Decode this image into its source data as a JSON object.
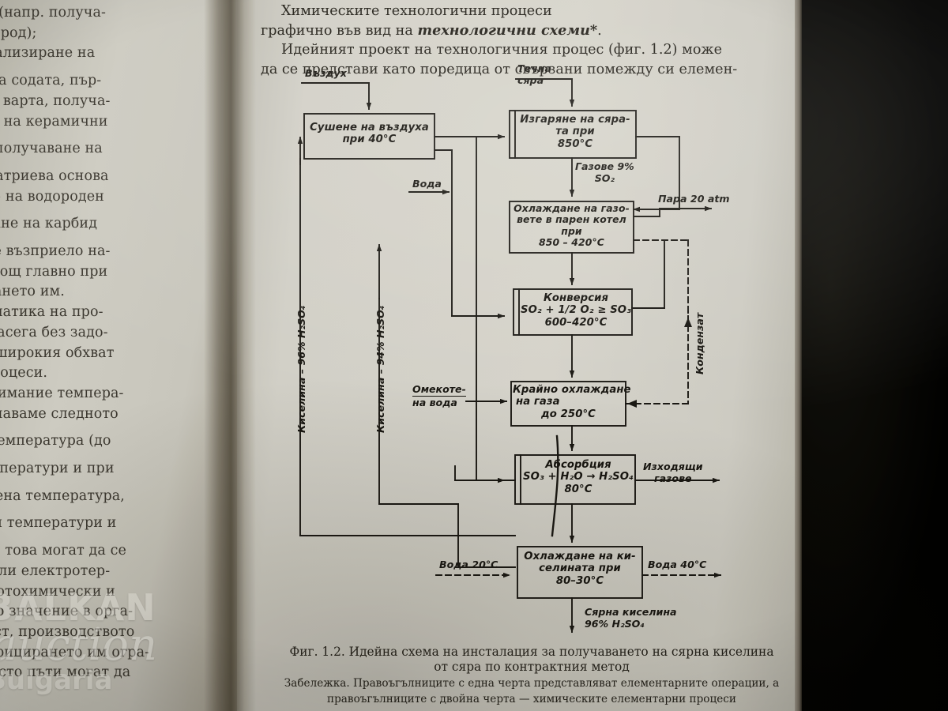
{
  "left_page": {
    "lines": [
      "фаза (напр. получа-",
      "оводород);",
      "инерализиране   на",
      "ане на содата, пър-",
      "не на варта, получа-",
      "лан и на керамични",
      "апр. получаване на",
      "р и натриева основа",
      "ането на водороден",
      "учаване  на  карбид",
      "и се е възприело на-",
      "в помощ главно при",
      "ктирането  им.",
      "истематика  на  про-",
      "оне засега без задо-",
      "ие и широкия обхват",
      "ни  процеси.",
      "од внимание темпера-",
      "получаваме следното",
      "ена  температура  (до",
      "и температури  и  при",
      "умерена  температура,",
      "исоки  температури  и",
      "освен това могат да се",
      "ски  или  електротер-",
      "а и фотохимически и",
      "олямо значение в орга-",
      "леност, производството",
      "ласифицирането им огра-",
      "на често пъти могат да"
    ]
  },
  "right_page": {
    "line1": "Химическите технологични процеси",
    "line2_pre": "графично във вид на ",
    "line2_italic": "технологични схеми*",
    "line2_post": ".",
    "line3": "Идейният проект на технологичния процес (фиг. 1.2) може",
    "line4": "да се представи като поредица от свързани помежду си елемен-"
  },
  "caption": {
    "fig_line1": "Фиг. 1.2.  Идейна схема на инсталация  за  получаването на  сярна  киселина",
    "fig_line2": "от сяра по контрактния метод",
    "note_line1": "Забележка. Правоъгълниците с една черта представляват елементарните операции, а",
    "note_line2": "правоъгълниците с двойна черта — химическите елементарни процеси"
  },
  "diagram": {
    "title": "Фиг. 1.2",
    "line_color": "#1b1914",
    "boxes": [
      {
        "id": "drying",
        "type": "operation",
        "lines": [
          "Сушене на въздуха",
          "при  40°C"
        ]
      },
      {
        "id": "combustion",
        "type": "chemical",
        "lines": [
          "Изгаряне на сяра-",
          "та при",
          "850°C"
        ]
      },
      {
        "id": "boiler",
        "type": "operation",
        "lines": [
          "Охлаждане на газо-",
          "вете в парен котел",
          "при",
          "850 – 420°C"
        ]
      },
      {
        "id": "conversion",
        "type": "chemical",
        "lines": [
          "Конверсия",
          "SO₂ + 1/2 O₂ ≥ SO₃",
          "600–420°C"
        ]
      },
      {
        "id": "finalcool",
        "type": "operation",
        "lines": [
          "Крайно охлаждане",
          "на газа",
          "до 250°C"
        ]
      },
      {
        "id": "absorption",
        "type": "chemical",
        "lines": [
          "Абсорбция",
          "SO₃ + H₂O → H₂SO₄",
          "80°C"
        ]
      },
      {
        "id": "acidcool",
        "type": "operation",
        "lines": [
          "Охлаждане на ки-",
          "селината при",
          "80–30°C"
        ]
      }
    ],
    "labels": {
      "air_in": "Въздух",
      "liquid_sulphur_1": "Течна",
      "liquid_sulphur_2": "сяра",
      "gases_so2_1": "Газове 9%",
      "gases_so2_2": "SO₂",
      "water": "Вода",
      "steam": "Пара 20 atm",
      "condensate": "Кондензат",
      "acid96_vertical": "Киселина – 96% H₂SO₄",
      "acid94_vertical": "Киселина – 94% H₂SO₄",
      "soft_water_1": "Омекоте-",
      "soft_water_2": "на вода",
      "exit_gases_1": "Изходящи",
      "exit_gases_2": "газове",
      "water20": "Вода 20°C",
      "water40": "Вода 40°C",
      "product_1": "Сярна киселина",
      "product_2": "96% H₂SO₄"
    }
  },
  "watermark": {
    "l1": "BALKAN",
    "l2": "auction",
    "l3": "Bulgaria"
  }
}
